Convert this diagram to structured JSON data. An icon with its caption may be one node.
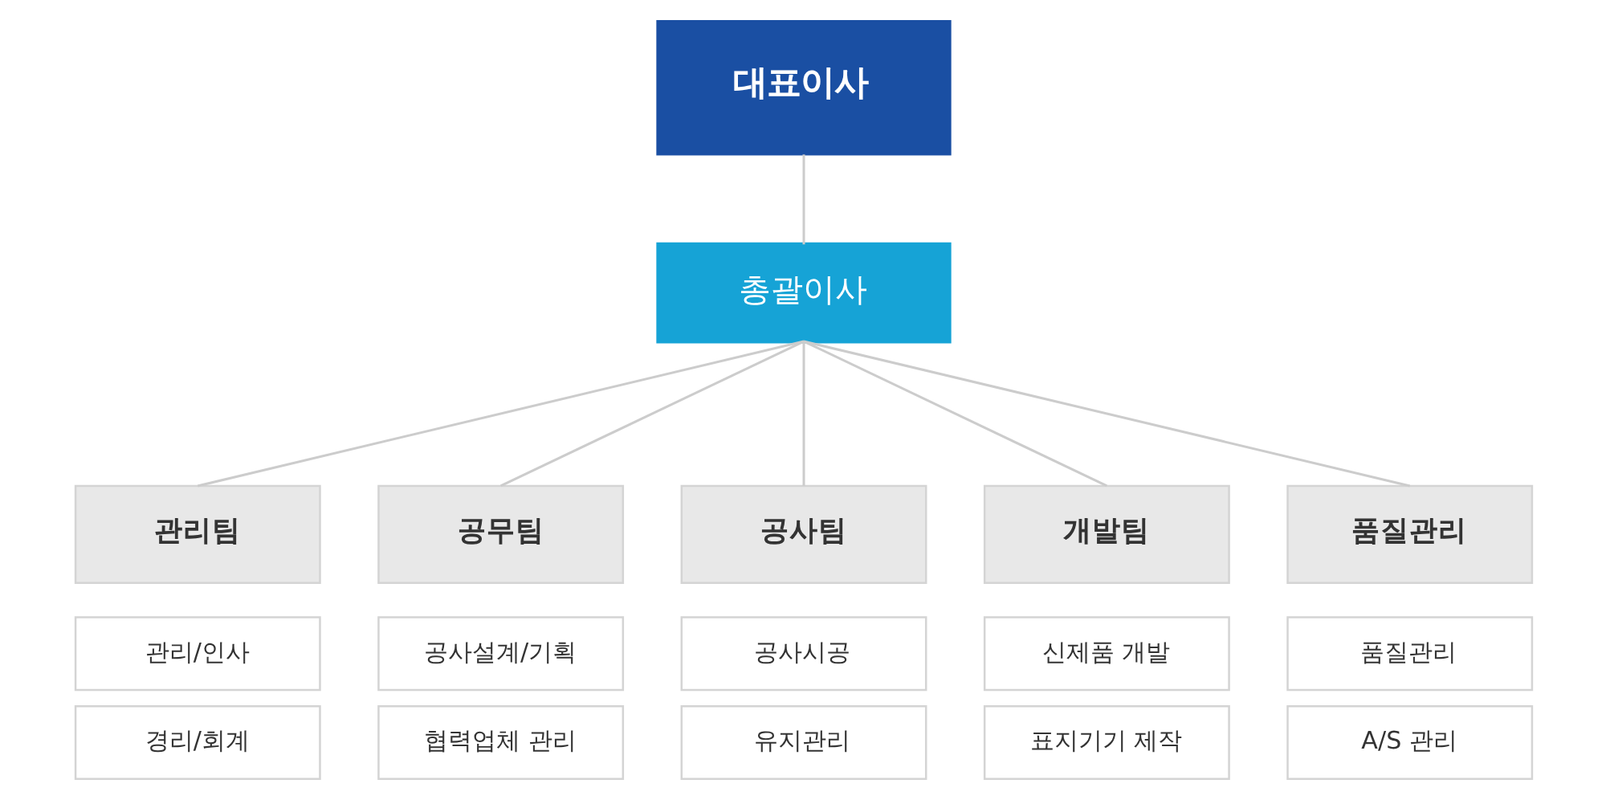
{
  "diagram": {
    "nodes": [
      {
        "text": [
          "대표이사"
        ]
      },
      {
        "text": [
          "총괄이사"
        ]
      },
      {
        "text": [
          "관리팀"
        ]
      },
      {
        "text": [
          "공무팀"
        ]
      },
      {
        "text": [
          "공사팀"
        ]
      },
      {
        "text": [
          "개발팀"
        ]
      },
      {
        "text": [
          "품질관리"
        ]
      },
      {
        "text": [
          "관리/인사"
        ]
      },
      {
        "text": [
          "공사설계/기획"
        ]
      },
      {
        "text": [
          "공사시공"
        ]
      },
      {
        "text": [
          "신제품 개발"
        ]
      },
      {
        "text": [
          "품질관리"
        ]
      },
      {
        "text": [
          "경리/회계"
        ]
      },
      {
        "text": [
          "협력업체 관리"
        ]
      },
      {
        "text": [
          "유지관리"
        ]
      },
      {
        "text": [
          "표지기기 제작"
        ]
      },
      {
        "text": [
          "A/S 관리"
        ]
      }
    ],
    "edges": [
      {
        "from": 0,
        "to": 1,
        "arrow": "none"
      },
      {
        "from": 1,
        "to": 2,
        "arrow": "none"
      },
      {
        "from": 1,
        "to": 3,
        "arrow": "none"
      },
      {
        "from": 1,
        "to": 4,
        "arrow": "none"
      },
      {
        "from": 1,
        "to": 5,
        "arrow": "none"
      },
      {
        "from": 1,
        "to": 6,
        "arrow": "none"
      }
    ]
  }
}
